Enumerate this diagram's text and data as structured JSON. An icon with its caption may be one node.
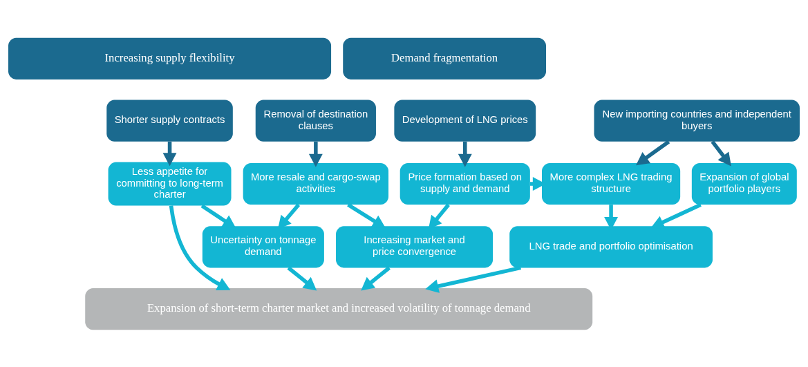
{
  "diagram": {
    "nodes": [
      {
        "text": [
          "Increasing supply flexibility"
        ]
      },
      {
        "text": [
          "Demand fragmentation"
        ]
      },
      {
        "text": [
          "Shorter supply contracts"
        ]
      },
      {
        "text": [
          "Removal of destination clauses"
        ]
      },
      {
        "text": [
          "Development of LNG prices"
        ]
      },
      {
        "text": [
          "New importing countries and independent buyers"
        ]
      },
      {
        "text": [
          "Less appetite for committing to long-term charter"
        ]
      },
      {
        "text": [
          "More resale and cargo-swap activities"
        ]
      },
      {
        "text": [
          "Price formation based on supply and demand"
        ]
      },
      {
        "text": [
          "More complex LNG trading structure"
        ]
      },
      {
        "text": [
          "Expansion of global portfolio players"
        ]
      },
      {
        "text": [
          "Uncertainty on tonnage demand"
        ]
      },
      {
        "text": [
          "Increasing market and price convergence"
        ]
      },
      {
        "text": [
          "LNG trade and portfolio optimisation"
        ]
      },
      {
        "text": [
          "Expansion of short-term charter market and increased volatility of tonnage demand"
        ]
      }
    ],
    "edges": [
      {
        "from": 2,
        "to": 6,
        "arrow": "to",
        "color": "#1b6a8f"
      },
      {
        "from": 3,
        "to": 7,
        "arrow": "to",
        "color": "#1b6a8f"
      },
      {
        "from": 4,
        "to": 8,
        "arrow": "to",
        "color": "#1b6a8f"
      },
      {
        "from": 5,
        "to": 9,
        "arrow": "to",
        "color": "#1b6a8f"
      },
      {
        "from": 5,
        "to": 10,
        "arrow": "to",
        "color": "#1b6a8f"
      },
      {
        "from": 8,
        "to": 9,
        "arrow": "to"
      },
      {
        "from": 6,
        "to": 11,
        "arrow": "to"
      },
      {
        "from": 7,
        "to": 11,
        "arrow": "to"
      },
      {
        "from": 7,
        "to": 12,
        "arrow": "to"
      },
      {
        "from": 8,
        "to": 12,
        "arrow": "to"
      },
      {
        "from": 9,
        "to": 13,
        "arrow": "to"
      },
      {
        "from": 10,
        "to": 13,
        "arrow": "to"
      },
      {
        "from": 6,
        "to": 14,
        "arrow": "to"
      },
      {
        "from": 11,
        "to": 14,
        "arrow": "to"
      },
      {
        "from": 12,
        "to": 14,
        "arrow": "to"
      },
      {
        "from": 13,
        "to": 14,
        "arrow": "to"
      }
    ]
  }
}
